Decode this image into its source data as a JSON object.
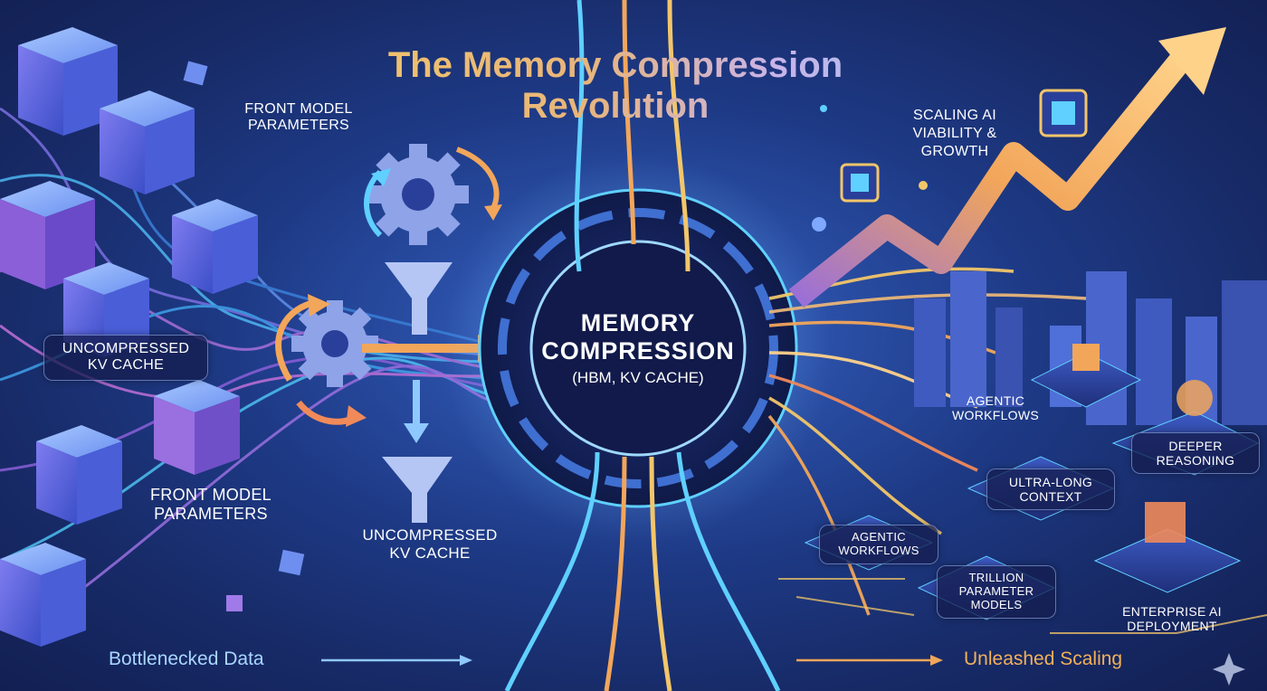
{
  "title": {
    "line1": "The Memory Compression",
    "line2": "Revolution"
  },
  "hub": {
    "line1": "MEMORY",
    "line2": "COMPRESSION",
    "line3": "(HBM, KV CACHE)"
  },
  "left_labels": {
    "front_top": {
      "line1": "FRONT MODEL",
      "line2": "PARAMETERS"
    },
    "uncompressed_left": {
      "line1": "UNCOMPRESSED",
      "line2": "KV CACHE"
    },
    "front_bottom": {
      "line1": "FRONT MODEL",
      "line2": "PARAMETERS"
    },
    "uncompressed_mid": {
      "line1": "UNCOMPRESSED",
      "line2": "KV CACHE"
    }
  },
  "right_labels": {
    "scaling": {
      "line1": "SCALING AI",
      "line2": "VIABILITY &",
      "line3": "GROWTH"
    },
    "agentic_top": {
      "line1": "AGENTIC",
      "line2": "WORKFLOWS"
    },
    "deeper": {
      "line1": "DEEPER",
      "line2": "REASONING"
    },
    "ultra": {
      "line1": "ULTRA-LONG",
      "line2": "CONTEXT"
    },
    "agentic_bottom": {
      "line1": "AGENTIC",
      "line2": "WORKFLOWS"
    },
    "trillion": {
      "line1": "TRILLION",
      "line2": "PARAMETER",
      "line3": "MODELS"
    },
    "enterprise": {
      "line1": "ENTERPRISE AI",
      "line2": "DEPLOYMENT"
    }
  },
  "footer": {
    "left": "Bottlenecked Data",
    "right": "Unleashed Scaling"
  },
  "colors": {
    "bg": "#1a2a63",
    "cool_accent": "#5fd0ff",
    "warm_accent": "#f2a65a",
    "title_gold": "#f2c66a",
    "arrow_orange": "#ff9a4a",
    "cube": "#5b6fe0"
  },
  "icons": [
    "gear-icon",
    "funnel-icon",
    "circular-arrow-icon",
    "chip-icon",
    "rising-arrow-icon",
    "brain-icon",
    "cube-icon",
    "sparkle-icon"
  ]
}
